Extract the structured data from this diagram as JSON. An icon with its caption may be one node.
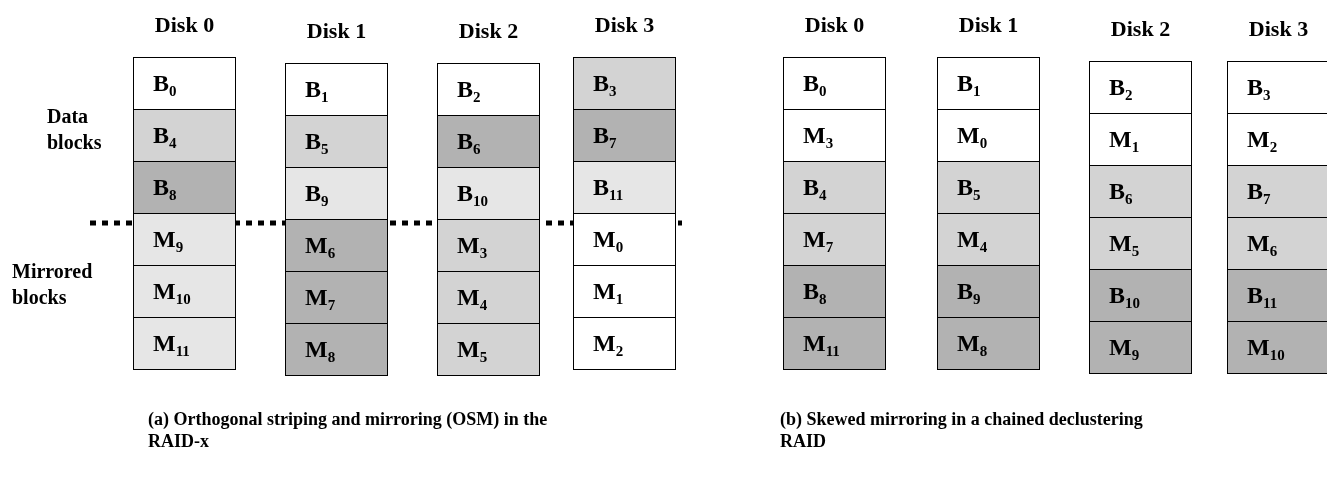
{
  "diagram": {
    "nodes": [
      {
        "text": [
          "Disk 0"
        ]
      },
      {
        "text": [
          "B$_{0}$"
        ],
        "in": 0
      },
      {
        "text": [
          "B$_{4}$"
        ],
        "in": 0
      },
      {
        "text": [
          "B$_{8}$"
        ],
        "in": 0
      },
      {
        "text": [
          "M$_{9}$"
        ],
        "in": 0
      },
      {
        "text": [
          "M$_{10}$"
        ],
        "in": 0
      },
      {
        "text": [
          "M$_{11}$"
        ],
        "in": 0
      },
      {
        "text": [
          "Disk 1"
        ]
      },
      {
        "text": [
          "B$_{1}$"
        ],
        "in": 7
      },
      {
        "text": [
          "B$_{5}$"
        ],
        "in": 7
      },
      {
        "text": [
          "B$_{9}$"
        ],
        "in": 7
      },
      {
        "text": [
          "M$_{6}$"
        ],
        "in": 7
      },
      {
        "text": [
          "M$_{7}$"
        ],
        "in": 7
      },
      {
        "text": [
          "M$_{8}$"
        ],
        "in": 7
      },
      {
        "text": [
          "Disk 2"
        ]
      },
      {
        "text": [
          "B$_{2}$"
        ],
        "in": 14
      },
      {
        "text": [
          "B$_{6}$"
        ],
        "in": 14
      },
      {
        "text": [
          "B$_{10}$"
        ],
        "in": 14
      },
      {
        "text": [
          "M$_{3}$"
        ],
        "in": 14
      },
      {
        "text": [
          "M$_{4}$"
        ],
        "in": 14
      },
      {
        "text": [
          "M$_{5}$"
        ],
        "in": 14
      },
      {
        "text": [
          "Disk 3"
        ]
      },
      {
        "text": [
          "B$_{3}$"
        ],
        "in": 21
      },
      {
        "text": [
          "B$_{7}$"
        ],
        "in": 21
      },
      {
        "text": [
          "B$_{11}$"
        ],
        "in": 21
      },
      {
        "text": [
          "M$_{0}$"
        ],
        "in": 21
      },
      {
        "text": [
          "M$_{1}$"
        ],
        "in": 21
      },
      {
        "text": [
          "M$_{2}$"
        ],
        "in": 21
      },
      {
        "text": [
          "Disk 0"
        ]
      },
      {
        "text": [
          "B$_{0}$"
        ],
        "in": 28
      },
      {
        "text": [
          "M$_{3}$"
        ],
        "in": 28
      },
      {
        "text": [
          "B$_{4}$"
        ],
        "in": 28
      },
      {
        "text": [
          "M$_{7}$"
        ],
        "in": 28
      },
      {
        "text": [
          "B$_{8}$"
        ],
        "in": 28
      },
      {
        "text": [
          "M$_{11}$"
        ],
        "in": 28
      },
      {
        "text": [
          "Disk 1"
        ]
      },
      {
        "text": [
          "B$_{1}$"
        ],
        "in": 35
      },
      {
        "text": [
          "M$_{0}$"
        ],
        "in": 35
      },
      {
        "text": [
          "B$_{5}$"
        ],
        "in": 35
      },
      {
        "text": [
          "M$_{4}$"
        ],
        "in": 35
      },
      {
        "text": [
          "B$_{9}$"
        ],
        "in": 35
      },
      {
        "text": [
          "M$_{8}$"
        ],
        "in": 35
      },
      {
        "text": [
          "Disk 2"
        ]
      },
      {
        "text": [
          "B$_{2}$"
        ],
        "in": 42
      },
      {
        "text": [
          "M$_{1}$"
        ],
        "in": 42
      },
      {
        "text": [
          "B$_{6}$"
        ],
        "in": 42
      },
      {
        "text": [
          "M$_{5}$"
        ],
        "in": 42
      },
      {
        "text": [
          "B$_{10}$"
        ],
        "in": 42
      },
      {
        "text": [
          "M$_{9}$"
        ],
        "in": 42
      },
      {
        "text": [
          "Disk 3"
        ]
      },
      {
        "text": [
          "B$_{3}$"
        ],
        "in": 49
      },
      {
        "text": [
          "M$_{2}$"
        ],
        "in": 49
      },
      {
        "text": [
          "B$_{7}$"
        ],
        "in": 49
      },
      {
        "text": [
          "M$_{6}$"
        ],
        "in": 49
      },
      {
        "text": [
          "B$_{11}$"
        ],
        "in": 49
      },
      {
        "text": [
          "M$_{10}$"
        ],
        "in": 49
      }
    ],
    "labels": [
      "Data blocks",
      "Mirrored blocks",
      "(a) Orthogonal striping and mirroring (OSM) in the RAID-x",
      "(b) Skewed mirroring in a chained declustering RAID"
    ]
  }
}
